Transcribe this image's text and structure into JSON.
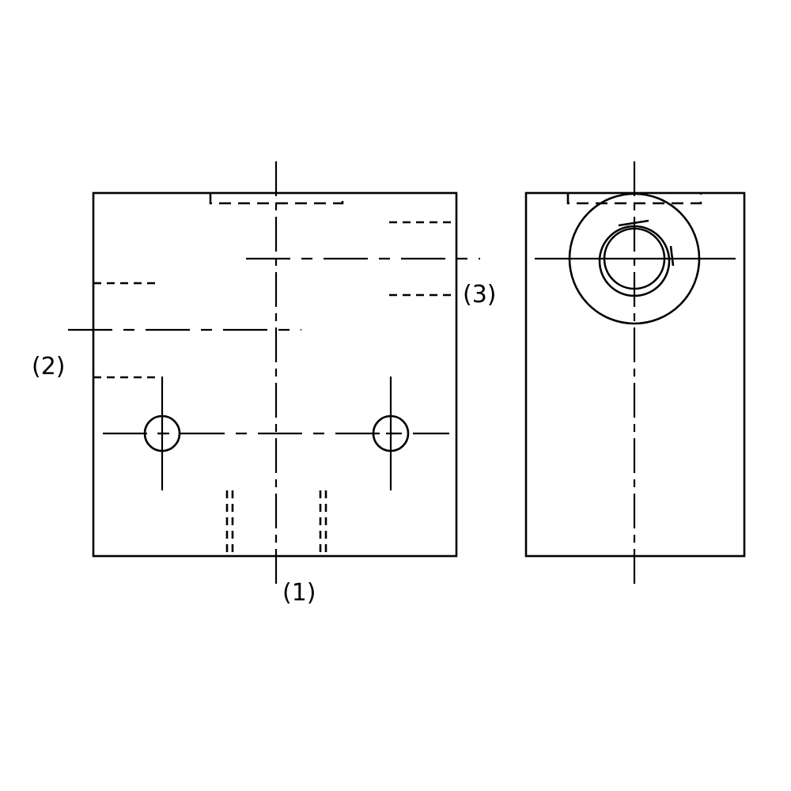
{
  "labels": {
    "port_1": "(1)",
    "port_2": "(2)",
    "port_3": "(3)"
  },
  "colors": {
    "line": "#000000",
    "background": "#ffffff"
  }
}
